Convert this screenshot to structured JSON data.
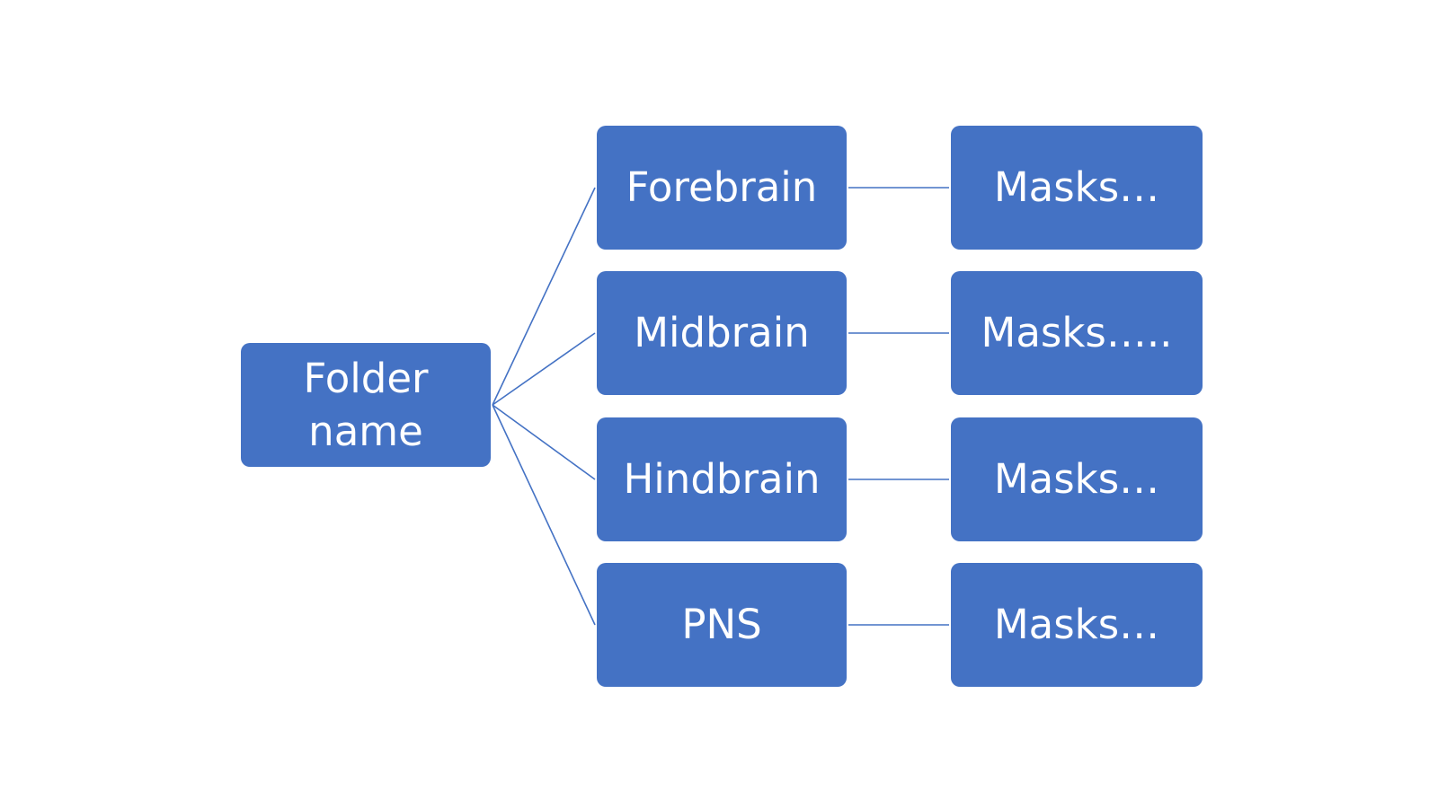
{
  "diagram": {
    "root": {
      "line1": "Folder",
      "line2": "name"
    },
    "branches": [
      {
        "label": "Forebrain",
        "child": "Masks…"
      },
      {
        "label": "Midbrain",
        "child": "Masks….."
      },
      {
        "label": "Hindbrain",
        "child": "Masks…"
      },
      {
        "label": "PNS",
        "child": "Masks…"
      }
    ],
    "colors": {
      "node_fill": "#4472c4",
      "node_text": "#ffffff",
      "connector": "#4472c4",
      "background": "#ffffff"
    }
  }
}
